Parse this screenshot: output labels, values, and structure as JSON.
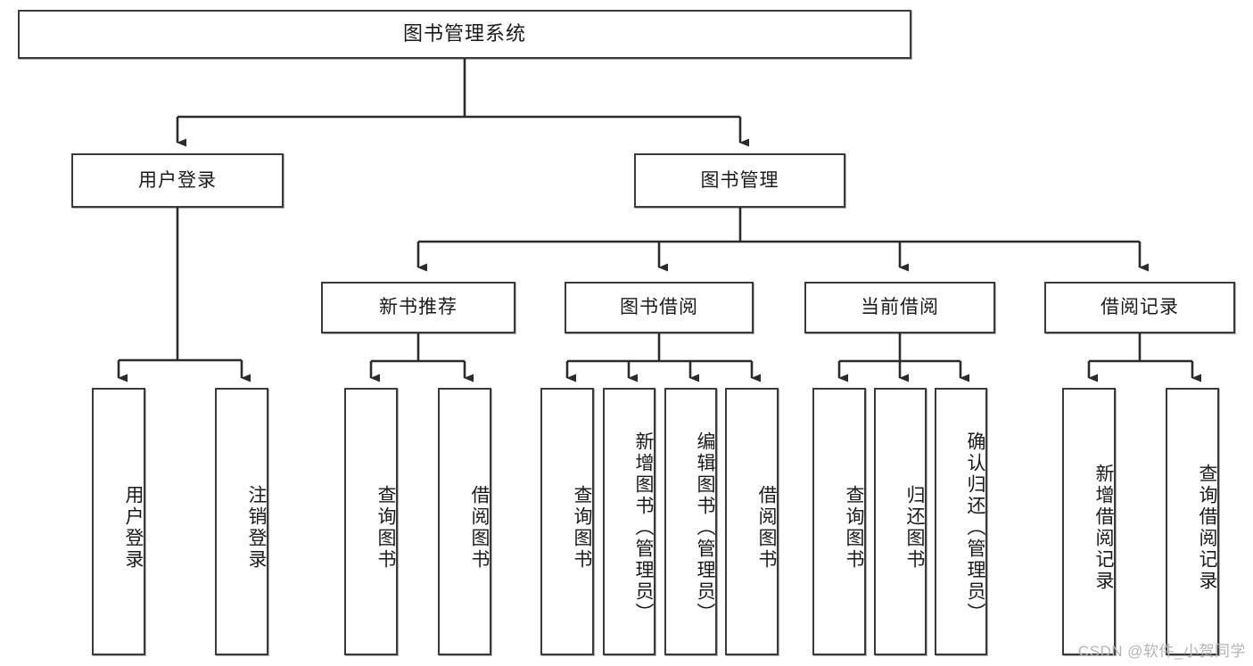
{
  "diagram": {
    "title": "图书管理系统",
    "type": "tree",
    "orientation": "top-down",
    "watermark": "CSDN @软件_小贺同学",
    "colors": {
      "box_border": "#3a3a3a",
      "box_fill": "#ffffff",
      "edge": "#2b2b2b",
      "text": "#1a1a1a",
      "watermark": "#b4b4b4",
      "background": "#ffffff"
    },
    "nodes": {
      "root": {
        "label": "图书管理系统",
        "level": 1,
        "orientation": "horizontal"
      },
      "user_login": {
        "label": "用户登录",
        "level": 2,
        "orientation": "horizontal"
      },
      "book_manage": {
        "label": "图书管理",
        "level": 2,
        "orientation": "horizontal"
      },
      "new_book_rec": {
        "label": "新书推荐",
        "level": 3,
        "orientation": "horizontal"
      },
      "book_borrow": {
        "label": "图书借阅",
        "level": 3,
        "orientation": "horizontal"
      },
      "current_borrow": {
        "label": "当前借阅",
        "level": 3,
        "orientation": "horizontal"
      },
      "borrow_record": {
        "label": "借阅记录",
        "level": 3,
        "orientation": "horizontal"
      },
      "leaf_user_login": {
        "label": "用户登录",
        "level": 4,
        "orientation": "vertical"
      },
      "leaf_logout": {
        "label": "注销登录",
        "level": 4,
        "orientation": "vertical"
      },
      "leaf_query_book_1": {
        "label": "查询图书",
        "level": 4,
        "orientation": "vertical"
      },
      "leaf_borrow_book_1": {
        "label": "借阅图书",
        "level": 4,
        "orientation": "vertical"
      },
      "leaf_query_book_2": {
        "label": "查询图书",
        "level": 4,
        "orientation": "vertical"
      },
      "leaf_add_book": {
        "label": "新增图书（管理员）",
        "level": 4,
        "orientation": "vertical"
      },
      "leaf_edit_book": {
        "label": "编辑图书（管理员）",
        "level": 4,
        "orientation": "vertical"
      },
      "leaf_borrow_book_2": {
        "label": "借阅图书",
        "level": 4,
        "orientation": "vertical"
      },
      "leaf_query_book_3": {
        "label": "查询图书",
        "level": 4,
        "orientation": "vertical"
      },
      "leaf_return_book": {
        "label": "归还图书",
        "level": 4,
        "orientation": "vertical"
      },
      "leaf_confirm_return": {
        "label": "确认归还（管理员）",
        "level": 4,
        "orientation": "vertical"
      },
      "leaf_add_record": {
        "label": "新增借阅记录",
        "level": 4,
        "orientation": "vertical"
      },
      "leaf_query_record": {
        "label": "查询借阅记录",
        "level": 4,
        "orientation": "vertical"
      }
    },
    "edges": [
      {
        "from": "root",
        "to": "user_login"
      },
      {
        "from": "root",
        "to": "book_manage"
      },
      {
        "from": "user_login",
        "to": "leaf_user_login"
      },
      {
        "from": "user_login",
        "to": "leaf_logout"
      },
      {
        "from": "book_manage",
        "to": "new_book_rec"
      },
      {
        "from": "book_manage",
        "to": "book_borrow"
      },
      {
        "from": "book_manage",
        "to": "current_borrow"
      },
      {
        "from": "book_manage",
        "to": "borrow_record"
      },
      {
        "from": "new_book_rec",
        "to": "leaf_query_book_1"
      },
      {
        "from": "new_book_rec",
        "to": "leaf_borrow_book_1"
      },
      {
        "from": "book_borrow",
        "to": "leaf_query_book_2"
      },
      {
        "from": "book_borrow",
        "to": "leaf_add_book"
      },
      {
        "from": "book_borrow",
        "to": "leaf_edit_book"
      },
      {
        "from": "book_borrow",
        "to": "leaf_borrow_book_2"
      },
      {
        "from": "current_borrow",
        "to": "leaf_query_book_3"
      },
      {
        "from": "current_borrow",
        "to": "leaf_return_book"
      },
      {
        "from": "current_borrow",
        "to": "leaf_confirm_return"
      },
      {
        "from": "borrow_record",
        "to": "leaf_add_record"
      },
      {
        "from": "borrow_record",
        "to": "leaf_query_record"
      }
    ]
  }
}
